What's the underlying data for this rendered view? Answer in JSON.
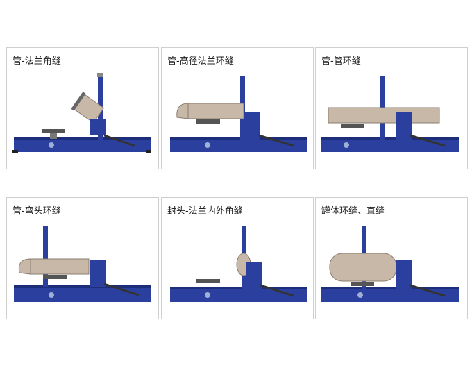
{
  "panels": [
    {
      "caption": "管-法兰角缝",
      "workpiece": "pipe-flange-tilted"
    },
    {
      "caption": "管-高径法兰环缝",
      "workpiece": "bent-pipe"
    },
    {
      "caption": "管-管环缝",
      "workpiece": "long-pipe"
    },
    {
      "caption": "管-弯头环缝",
      "workpiece": "elbow-pipe"
    },
    {
      "caption": "封头-法兰内外角缝",
      "workpiece": "head-flange"
    },
    {
      "caption": "罐体环缝、直缝",
      "workpiece": "tank"
    }
  ],
  "colors": {
    "machine_blue": "#2a3f9e",
    "pipe": "#c8b8a8",
    "rail": "#333333"
  }
}
